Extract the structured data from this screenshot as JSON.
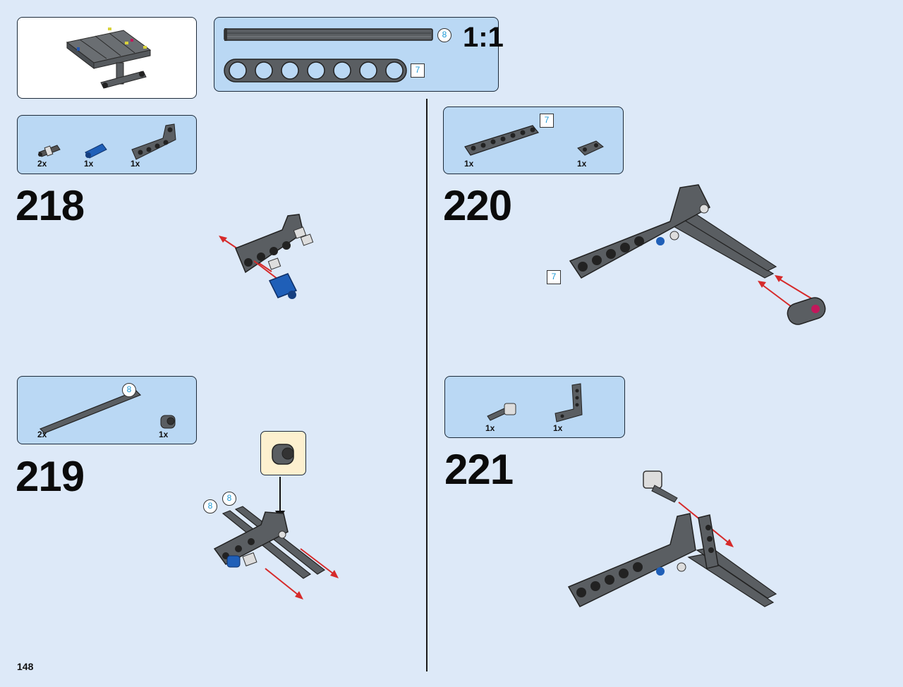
{
  "page": {
    "number": "148"
  },
  "scale_box": {
    "label": "1:1",
    "axle_length": "8",
    "beam_length": "7"
  },
  "steps": [
    {
      "number": "218",
      "parts": [
        {
          "qty": "2x",
          "part": "friction-pin-with-bush"
        },
        {
          "qty": "1x",
          "part": "blue-axle-pin"
        },
        {
          "qty": "1x",
          "part": "angled-beam"
        }
      ]
    },
    {
      "number": "219",
      "parts": [
        {
          "qty": "2x",
          "part": "axle",
          "length": "8"
        },
        {
          "qty": "1x",
          "part": "bush"
        }
      ],
      "callout_lengths": [
        "8",
        "8"
      ]
    },
    {
      "number": "220",
      "parts": [
        {
          "qty": "1x",
          "part": "straight-beam",
          "length": "7"
        },
        {
          "qty": "1x",
          "part": "small-beam"
        }
      ],
      "callout_length": "7"
    },
    {
      "number": "221",
      "parts": [
        {
          "qty": "1x",
          "part": "axle-connector"
        },
        {
          "qty": "1x",
          "part": "l-frame-beam"
        }
      ]
    }
  ],
  "colors": {
    "background": "#dde9f8",
    "panel": "#bad8f4",
    "highlight_panel": "#fdf0cf",
    "part_dark": "#5a5e62",
    "part_blue": "#1f5fb8",
    "arrow": "#d62a2a",
    "badge_text": "#1c9ad6"
  }
}
